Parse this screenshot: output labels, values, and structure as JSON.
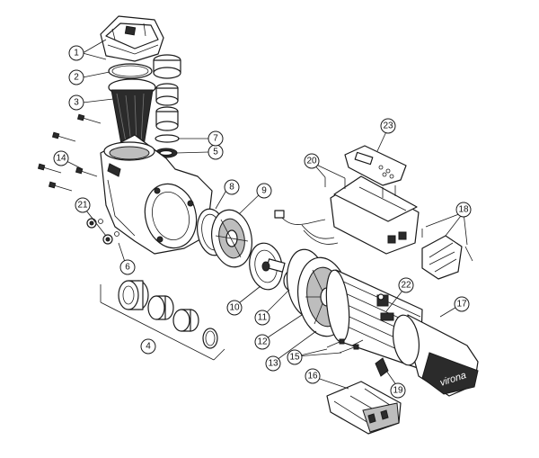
{
  "callouts": {
    "c1": "1",
    "c2": "2",
    "c3": "3",
    "c4": "4",
    "c5": "5",
    "c6": "6",
    "c7": "7",
    "c8": "8",
    "c9": "9",
    "c10": "10",
    "c11": "11",
    "c12": "12",
    "c13": "13",
    "c14": "14",
    "c15": "15",
    "c16": "16",
    "c17": "17",
    "c18": "18",
    "c19": "19",
    "c20": "20",
    "c21": "21",
    "c22": "22",
    "c23": "23"
  },
  "brand_text": "virona"
}
